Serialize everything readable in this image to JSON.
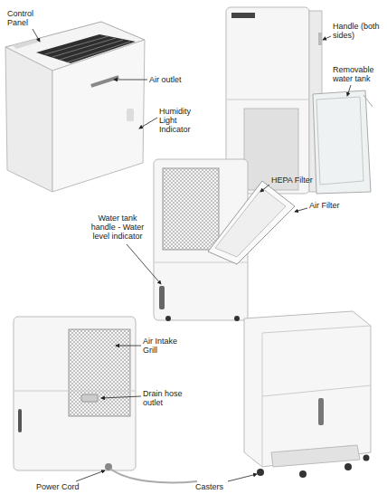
{
  "diagram": {
    "labels": [
      "Control Panel",
      "Air outlet",
      "Humidity Light Indicator",
      "Handle (both sides)",
      "Removable water tank",
      "HEPA Filter",
      "Air Filter",
      "Water tank handle - Water level indicator",
      "Air Intake Grill",
      "Drain hose outlet",
      "Power Cord",
      "Casters"
    ]
  }
}
